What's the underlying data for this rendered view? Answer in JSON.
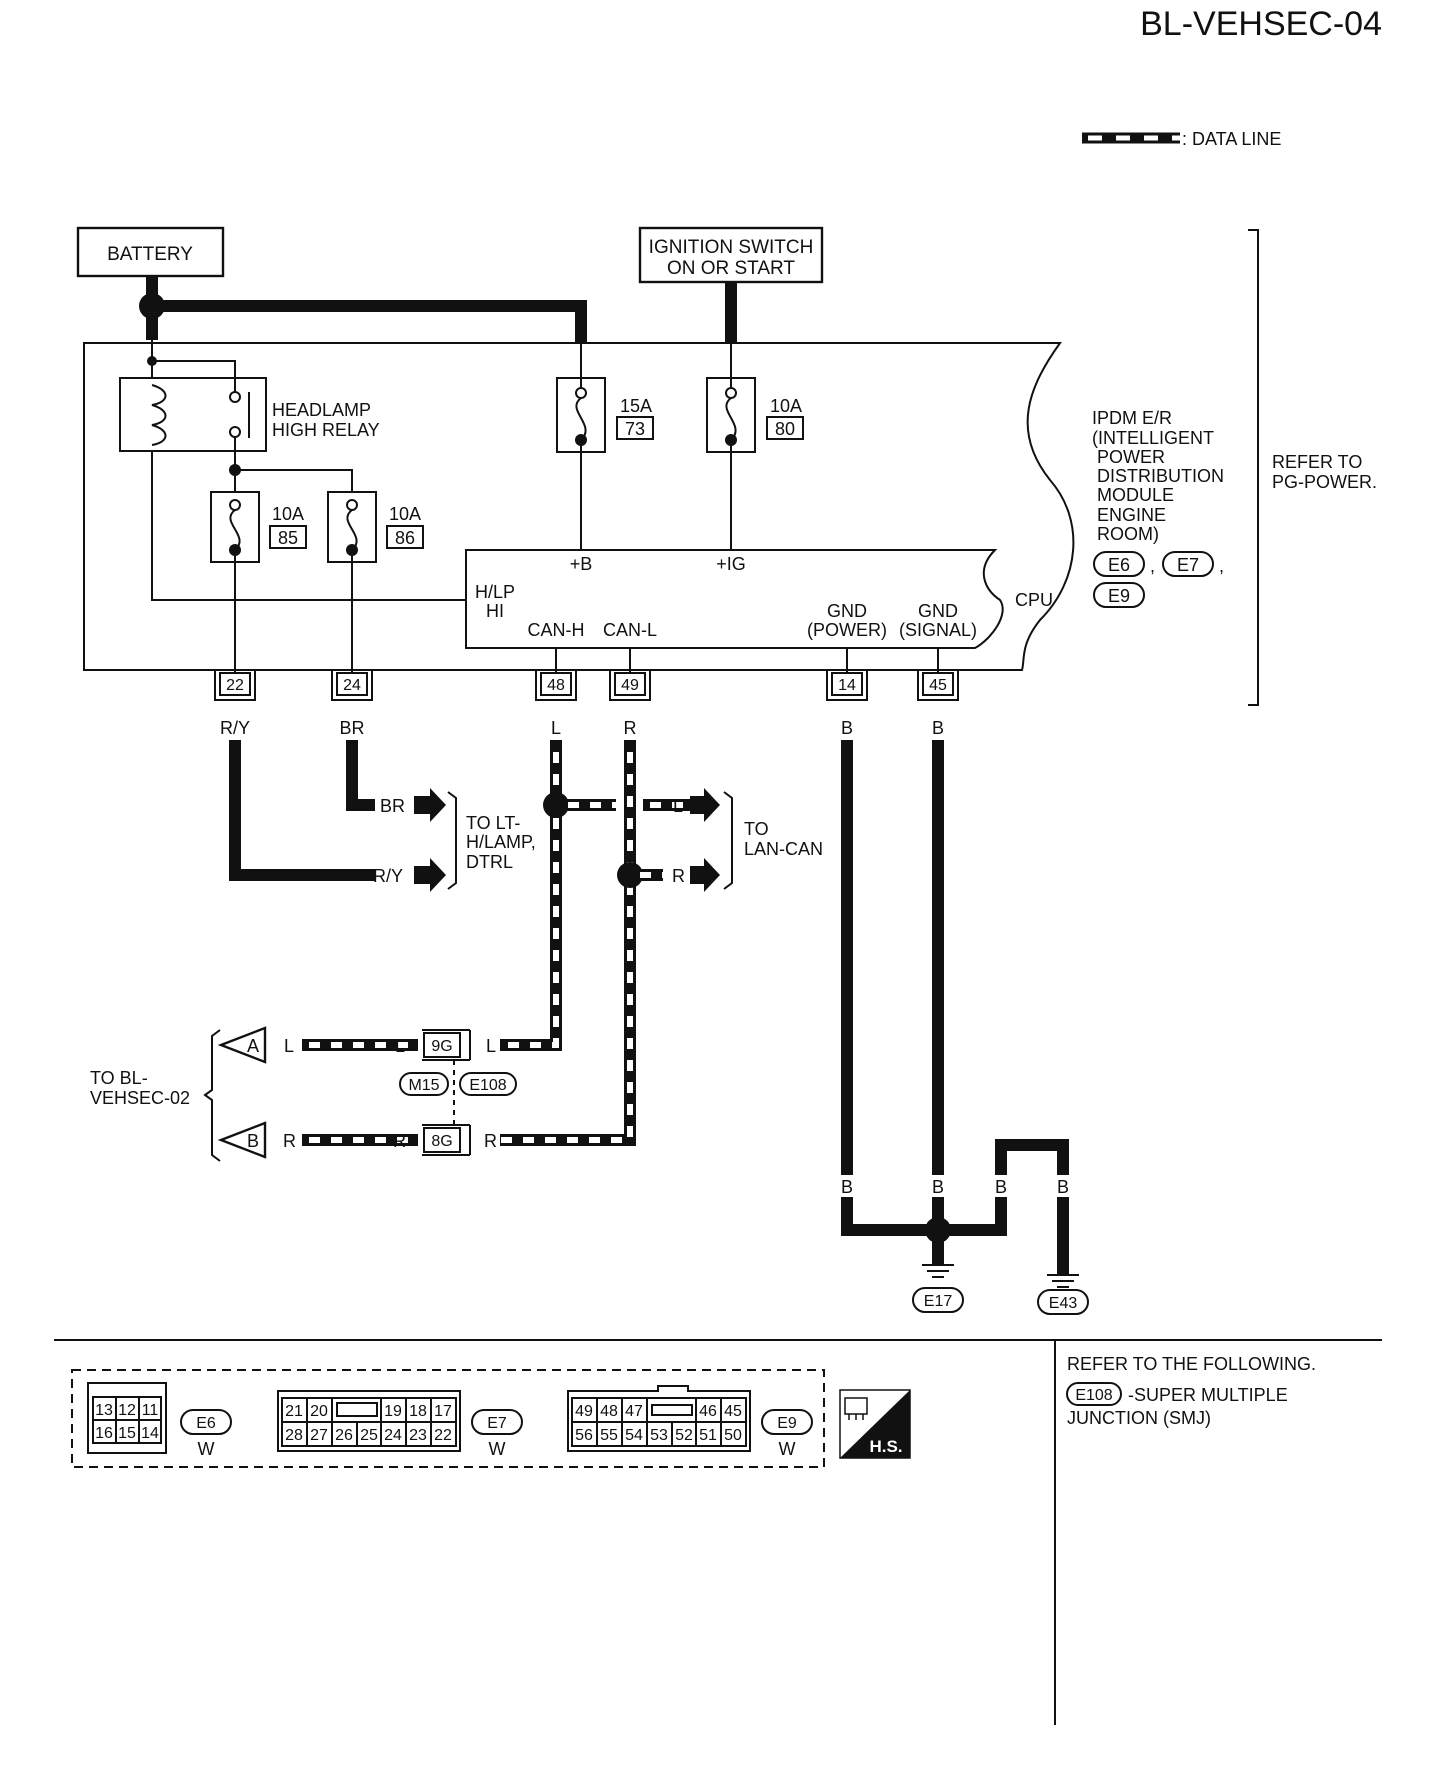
{
  "page_id": "BL-VEHSEC-04",
  "legend": {
    "data_line": ": DATA LINE"
  },
  "sources": {
    "battery": "BATTERY",
    "ignition_line1": "IGNITION SWITCH",
    "ignition_line2": "ON OR START"
  },
  "relay": {
    "line1": "HEADLAMP",
    "line2": "HIGH RELAY"
  },
  "fuses": [
    {
      "amp": "15A",
      "num": "73"
    },
    {
      "amp": "10A",
      "num": "80"
    },
    {
      "amp": "10A",
      "num": "85"
    },
    {
      "amp": "10A",
      "num": "86"
    }
  ],
  "ipdm": {
    "lines": [
      "IPDM E/R",
      "(INTELLIGENT",
      "POWER",
      "DISTRIBUTION",
      "MODULE",
      "ENGINE",
      "ROOM)"
    ],
    "connectors": [
      "E6",
      "E7",
      "E9"
    ],
    "comma": ","
  },
  "refer_pg": {
    "line1": "REFER TO",
    "line2": "PG-POWER."
  },
  "cpu": {
    "label": "CPU",
    "plus_b": "+B",
    "plus_ig": "+IG",
    "hlp_1": "H/LP",
    "hlp_2": "HI",
    "can_h": "CAN-H",
    "can_l": "CAN-L",
    "gnd_power_1": "GND",
    "gnd_power_2": "(POWER)",
    "gnd_signal_1": "GND",
    "gnd_signal_2": "(SIGNAL)"
  },
  "pins": [
    {
      "num": "22",
      "color": "R/Y"
    },
    {
      "num": "24",
      "color": "BR"
    },
    {
      "num": "48",
      "color": "L"
    },
    {
      "num": "49",
      "color": "R"
    },
    {
      "num": "14",
      "color": "B"
    },
    {
      "num": "45",
      "color": "B"
    }
  ],
  "to_lt": {
    "br": "BR",
    "ry": "R/Y",
    "lines": [
      "TO LT-",
      "H/LAMP,",
      "DTRL"
    ]
  },
  "to_lan": {
    "l": "L",
    "r": "R",
    "lines": [
      "TO",
      "LAN-CAN"
    ]
  },
  "to_bl": {
    "lines": [
      "TO BL-",
      "VEHSEC-02"
    ],
    "a": "A",
    "b": "B",
    "l": "L",
    "r": "R",
    "conn_9g": "9G",
    "conn_8g": "8G",
    "m15": "M15",
    "e108": "E108"
  },
  "ground": {
    "b": "B",
    "e17": "E17",
    "e43": "E43"
  },
  "connector_views": [
    {
      "id": "E6",
      "color": "W",
      "rows": [
        [
          "13",
          "12",
          "11"
        ],
        [
          "16",
          "15",
          "14"
        ]
      ]
    },
    {
      "id": "E7",
      "color": "W",
      "rows": [
        [
          "21",
          "20",
          "19",
          "18",
          "17"
        ],
        [
          "28",
          "27",
          "26",
          "25",
          "24",
          "23",
          "22"
        ]
      ]
    },
    {
      "id": "E9",
      "color": "W",
      "rows": [
        [
          "49",
          "48",
          "47",
          "46",
          "45"
        ],
        [
          "56",
          "55",
          "54",
          "53",
          "52",
          "51",
          "50"
        ]
      ]
    }
  ],
  "hs_badge": "H.S.",
  "refer_following": {
    "line1": "REFER TO THE FOLLOWING.",
    "item_conn": "E108",
    "item_text1": "-SUPER MULTIPLE",
    "item_text2": "JUNCTION (SMJ)"
  }
}
